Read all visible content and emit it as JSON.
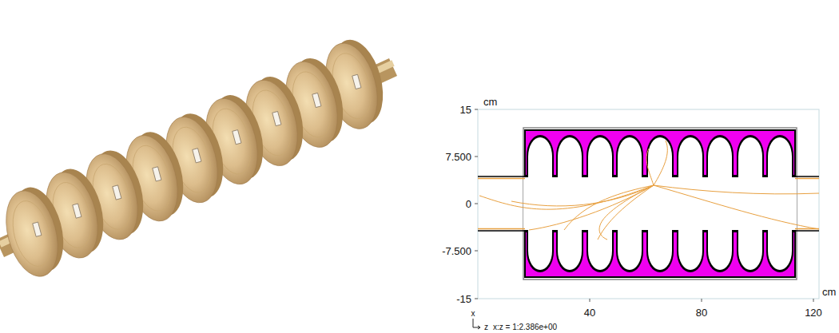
{
  "diagram": {
    "labels": [
      "15",
      "cm",
      "7.500",
      "0",
      "-7.500",
      "-15",
      "40",
      "80",
      "120",
      "cm",
      "x",
      "z",
      "x:z = 1:2.386e+00"
    ]
  }
}
